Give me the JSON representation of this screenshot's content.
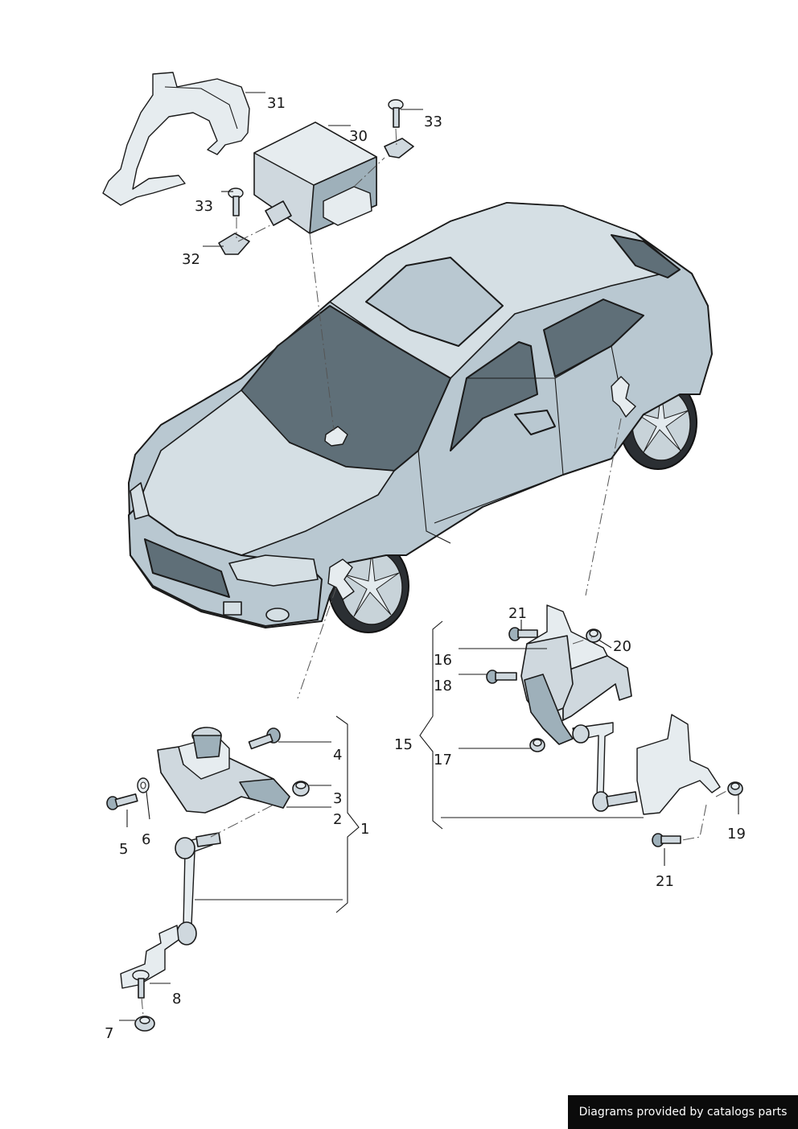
{
  "callouts": {
    "c31": "31",
    "c30": "30",
    "c33a": "33",
    "c33b": "33",
    "c32": "32",
    "c21a": "21",
    "c20": "20",
    "c16": "16",
    "c18": "18",
    "c15": "15",
    "c17": "17",
    "c19": "19",
    "c21b": "21",
    "c4": "4",
    "c3": "3",
    "c2": "2",
    "c1": "1",
    "c5": "5",
    "c6": "6",
    "c8": "8",
    "c7": "7"
  },
  "footer": {
    "text": "Diagrams provided by catalogs parts"
  }
}
